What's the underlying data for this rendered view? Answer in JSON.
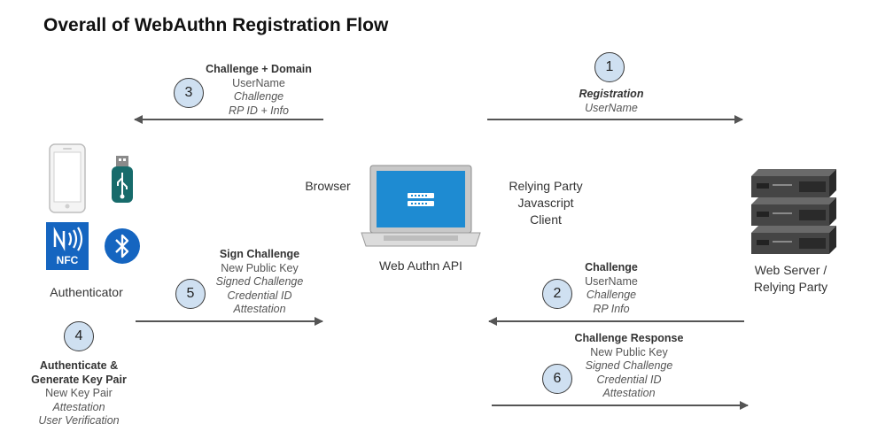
{
  "title": "Overall of WebAuthn Registration Flow",
  "colors": {
    "circle_fill": "#cfe0f1",
    "arrow": "#555555",
    "screen_blue": "#1e8bd2",
    "nfc_blue": "#1565c0",
    "usb_teal": "#176b6b",
    "server_gray": "#3c3c3c"
  },
  "actors": {
    "authenticator": "Authenticator",
    "browser": "Browser",
    "webauthn_api": "Web Authn API",
    "rp_client": [
      "Relying Party",
      "Javascript",
      "Client"
    ],
    "server": [
      "Web Server /",
      "Relying Party"
    ]
  },
  "icons": {
    "nfc_label": "NFC"
  },
  "steps": [
    {
      "number": "1",
      "heading": "Registration",
      "lines": [
        "UserName"
      ]
    },
    {
      "number": "2",
      "heading": "Challenge",
      "lines": [
        "UserName",
        "Challenge",
        "RP Info"
      ]
    },
    {
      "number": "3",
      "heading": "Challenge + Domain",
      "lines": [
        "UserName",
        "Challenge",
        "RP ID +  Info"
      ]
    },
    {
      "number": "4",
      "heading": [
        "Authenticate &",
        "Generate Key Pair"
      ],
      "lines": [
        "New Key Pair",
        "Attestation",
        "User Verification"
      ]
    },
    {
      "number": "5",
      "heading": "Sign Challenge",
      "lines": [
        "New Public Key",
        "Signed Challenge",
        "Credential ID",
        "Attestation"
      ]
    },
    {
      "number": "6",
      "heading": "Challenge Response",
      "lines": [
        "New Public Key",
        "Signed Challenge",
        "Credential ID",
        "Attestation"
      ]
    }
  ]
}
